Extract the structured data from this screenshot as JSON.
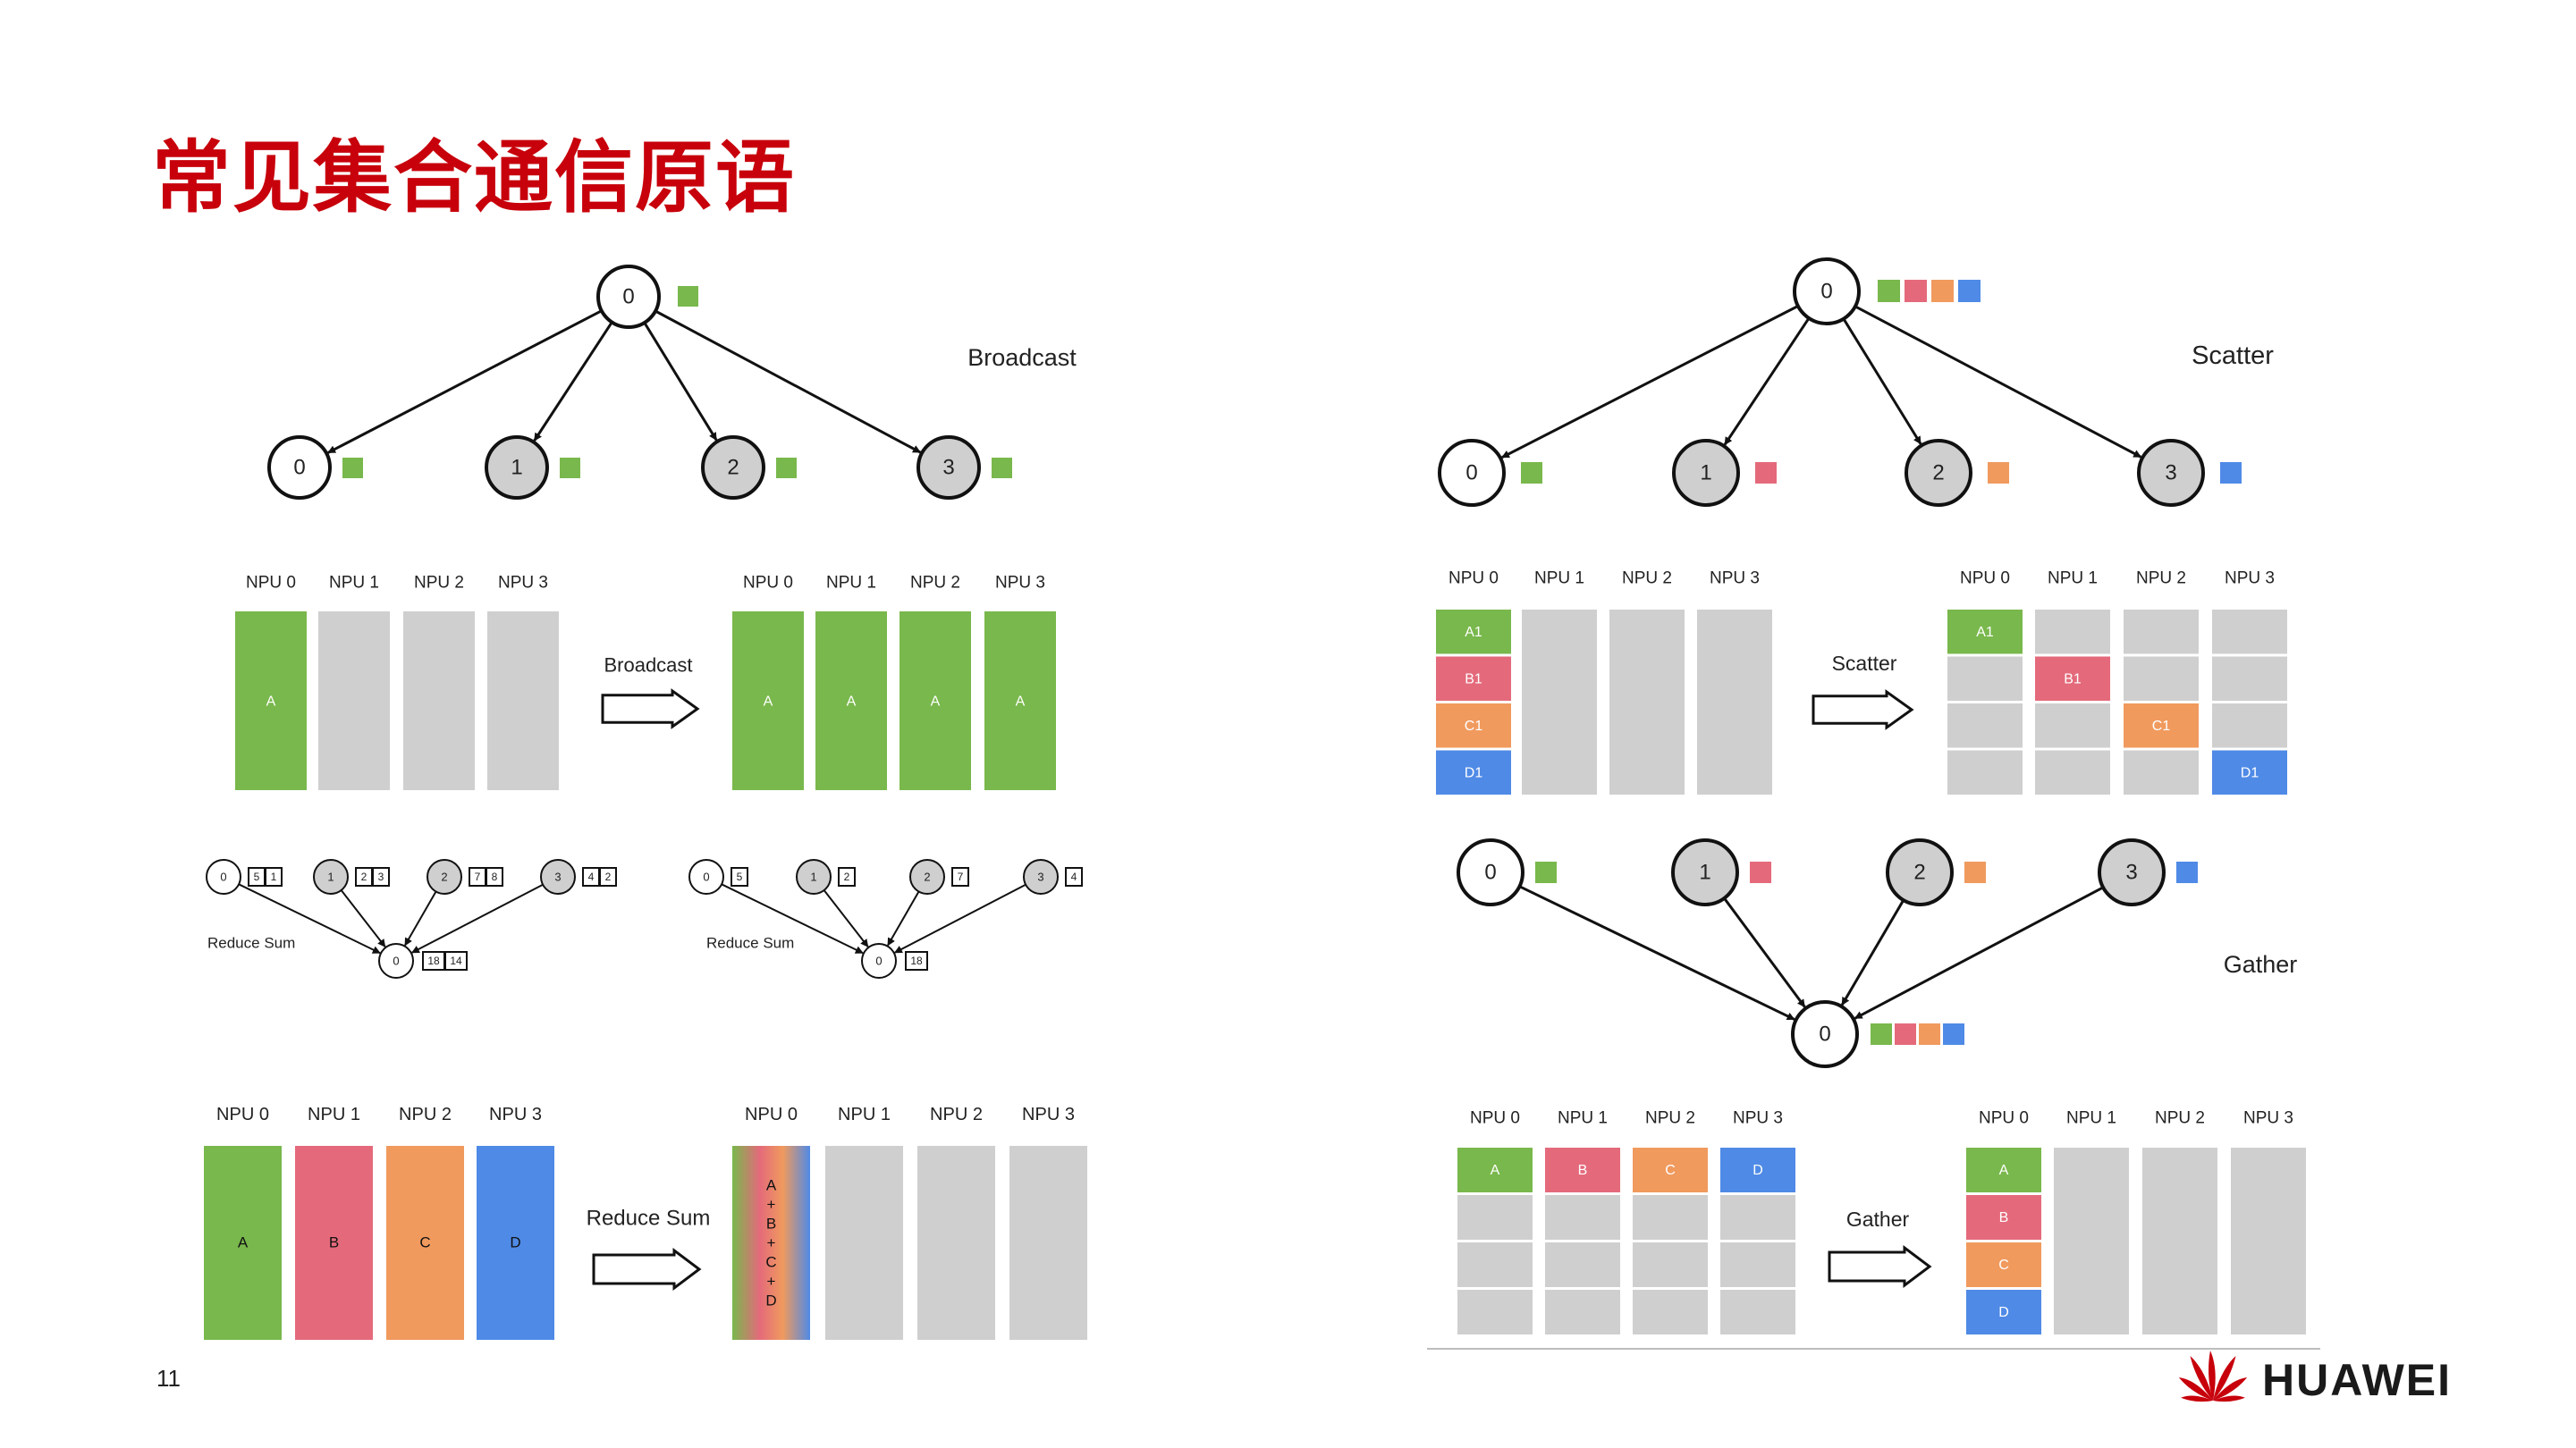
{
  "slide": {
    "title": "常见集合通信原语",
    "page_number": "11",
    "logo_text": "HUAWEI"
  },
  "colors": {
    "green": "#79b84c",
    "red": "#e46a7b",
    "orange": "#f09a5e",
    "blue": "#4f8ae6",
    "gray": "#cfcfcf",
    "title_red": "#c7000b"
  },
  "npu_labels": [
    "NPU 0",
    "NPU 1",
    "NPU 2",
    "NPU 3"
  ],
  "broadcast": {
    "tree_label": "Broadcast",
    "arrow_label": "Broadcast",
    "root": "0",
    "nodes": [
      "0",
      "1",
      "2",
      "3"
    ],
    "before": [
      "A",
      "",
      "",
      ""
    ],
    "after": [
      "A",
      "A",
      "A",
      "A"
    ]
  },
  "reduce_small": {
    "left": {
      "label": "Reduce Sum",
      "nodes": [
        {
          "id": "0",
          "vals": [
            "5",
            "1"
          ]
        },
        {
          "id": "1",
          "vals": [
            "2",
            "3"
          ]
        },
        {
          "id": "2",
          "vals": [
            "7",
            "8"
          ]
        },
        {
          "id": "3",
          "vals": [
            "4",
            "2"
          ]
        }
      ],
      "result": {
        "id": "0",
        "vals": [
          "18",
          "14"
        ]
      }
    },
    "right": {
      "label": "Reduce Sum",
      "nodes": [
        {
          "id": "0",
          "vals": [
            "5"
          ]
        },
        {
          "id": "1",
          "vals": [
            "2"
          ]
        },
        {
          "id": "2",
          "vals": [
            "7"
          ]
        },
        {
          "id": "3",
          "vals": [
            "4"
          ]
        }
      ],
      "result": {
        "id": "0",
        "vals": [
          "18"
        ]
      }
    }
  },
  "reduce": {
    "arrow_label": "Reduce Sum",
    "before": [
      "A",
      "B",
      "C",
      "D"
    ],
    "after_text": [
      "A",
      "+",
      "B",
      "+",
      "C",
      "+",
      "D"
    ]
  },
  "scatter": {
    "tree_label": "Scatter",
    "arrow_label": "Scatter",
    "nodes": [
      "0",
      "1",
      "2",
      "3"
    ],
    "before": [
      "A1",
      "B1",
      "C1",
      "D1"
    ],
    "after": [
      "A1",
      "B1",
      "C1",
      "D1"
    ]
  },
  "gather": {
    "tree_label": "Gather",
    "arrow_label": "Gather",
    "nodes": [
      "0",
      "1",
      "2",
      "3"
    ],
    "root": "0",
    "before": [
      "A",
      "B",
      "C",
      "D"
    ],
    "after": [
      "A",
      "B",
      "C",
      "D"
    ]
  }
}
